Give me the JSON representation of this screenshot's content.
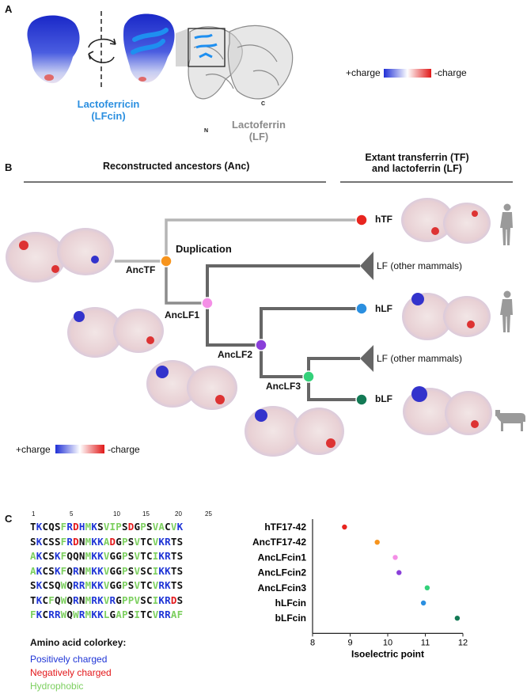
{
  "panelA": {
    "letter": "A",
    "lfcin_label_line1": "Lactoferricin",
    "lfcin_label_line2": "(LFcin)",
    "lf_label_line1": "Lactoferrin",
    "lf_label_line2": "(LF)",
    "n_label": "N",
    "c_label": "C",
    "charge_pos": "+charge",
    "charge_neg": "-charge"
  },
  "panelB": {
    "letter": "B",
    "header_left": "Reconstructed ancestors (Anc)",
    "header_right_line1": "Extant transferrin (TF)",
    "header_right_line2": "and lactoferrin (LF)",
    "duplication": "Duplication",
    "nodes": {
      "anctf": "AncTF",
      "anclf1": "AncLF1",
      "anclf2": "AncLF2",
      "anclf3": "AncLF3",
      "htf": "hTF",
      "hlf": "hLF",
      "blf": "bLF",
      "lf_other_1": "LF (other mammals)",
      "lf_other_2": "LF (other mammals)"
    },
    "node_colors": {
      "anctf": "#f7941d",
      "anclf1": "#f48fe6",
      "anclf2": "#8a3fd9",
      "anclf3": "#33d17a",
      "htf": "#e8251f",
      "hlf": "#2b8fe0",
      "blf": "#137a55"
    },
    "charge_pos": "+charge",
    "charge_neg": "-charge"
  },
  "panelC": {
    "letter": "C",
    "positions": [
      "1",
      "5",
      "10",
      "15",
      "20",
      "25"
    ],
    "sequences": [
      "TKCQSFRDHMKSVIPSDGPSVACVK",
      "SKCSSFRDNMKKADGPSVTCVKRTS",
      "AKCSKFQQNMKKVGGPSVTCIKRTS",
      "AKCSKFQRNMKKVGGPSVSCIKKTS",
      "SKCSQWQRRMKKVGGPSVTCVRKTS",
      "TKCFQWQRNMRKVRGPPVSCIKRDS",
      "FKCRRWQWRMKKLGAPSITCVRRAF"
    ],
    "colorkey_title": "Amino acid colorkey:",
    "colorkey": [
      {
        "label": "Positively charged",
        "color": "#1f35d6"
      },
      {
        "label": "Negatively charged",
        "color": "#e3181b"
      },
      {
        "label": "Hydrophobic",
        "color": "#7ccf5f"
      }
    ]
  },
  "chart_data": {
    "type": "scatter",
    "xlabel": "Isoelectric point",
    "xlim": [
      8,
      12
    ],
    "xticks": [
      8,
      9,
      10,
      11,
      12
    ],
    "categories": [
      "hTF17-42",
      "AncTF17-42",
      "AncLFcin1",
      "AncLFcin2",
      "AncLFcin3",
      "hLFcin",
      "bLFcin"
    ],
    "values": [
      8.85,
      9.72,
      10.2,
      10.3,
      11.05,
      10.95,
      11.85
    ],
    "colors": [
      "#e8251f",
      "#f7941d",
      "#f48fe6",
      "#8a3fd9",
      "#33d17a",
      "#2b8fe0",
      "#137a55"
    ]
  }
}
